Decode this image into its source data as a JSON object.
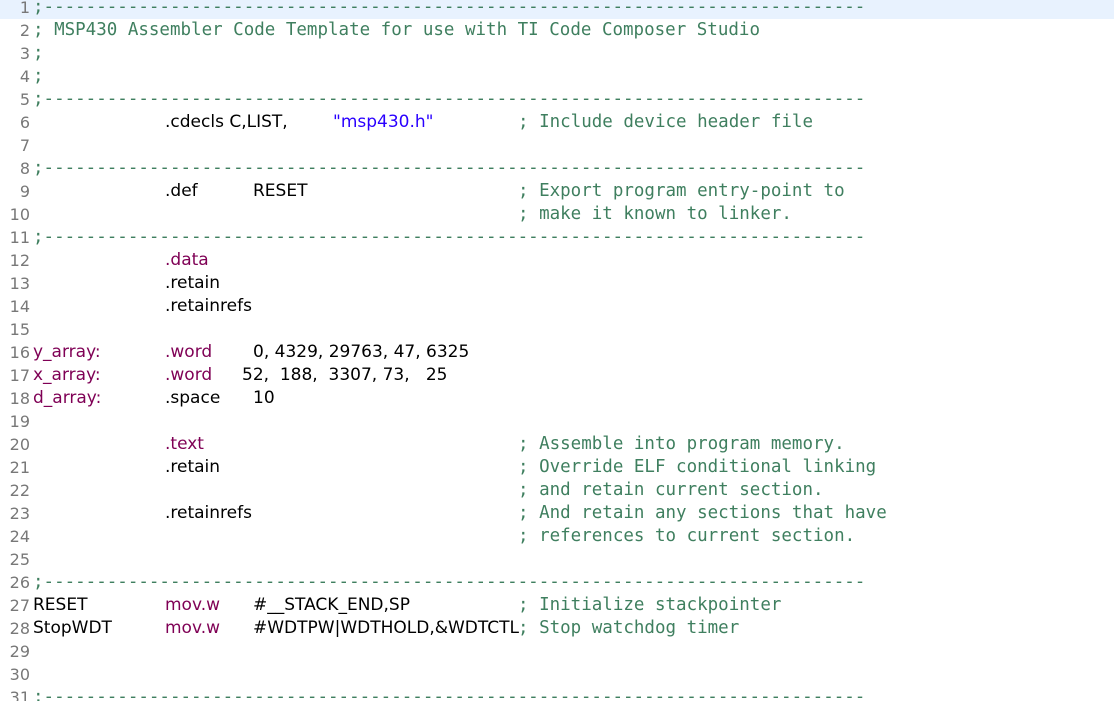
{
  "editor": {
    "colors": {
      "comment": "#3f7f5f",
      "keyword": "#7f0055",
      "string": "#2a00ff",
      "default": "#000000",
      "line_number": "#787878",
      "current_line": "#e8f2fe"
    },
    "lines": [
      {
        "num": "1",
        "current": true,
        "segs": [
          {
            "t": ";------------------------------------------------------------------------------",
            "c": "comment",
            "col": 0,
            "f": "m"
          }
        ]
      },
      {
        "num": "2",
        "segs": [
          {
            "t": "; MSP430 Assembler Code Template for use with TI Code Composer Studio",
            "c": "comment",
            "col": 0,
            "f": "m"
          }
        ]
      },
      {
        "num": "3",
        "segs": [
          {
            "t": ";",
            "c": "comment",
            "col": 0,
            "f": "m"
          }
        ]
      },
      {
        "num": "4",
        "segs": [
          {
            "t": ";",
            "c": "comment",
            "col": 0,
            "f": "m"
          }
        ]
      },
      {
        "num": "5",
        "segs": [
          {
            "t": ";------------------------------------------------------------------------------",
            "c": "comment",
            "col": 0,
            "f": "m"
          }
        ]
      },
      {
        "num": "6",
        "segs": [
          {
            "t": ".cdecls C,LIST,",
            "c": "default",
            "col": 1,
            "f": "p"
          },
          {
            "t": "\"msp430.h\"",
            "c": "string",
            "col": 2,
            "f": "p"
          },
          {
            "t": "; Include device header file",
            "c": "comment",
            "col": 4,
            "f": "m"
          }
        ]
      },
      {
        "num": "7",
        "segs": []
      },
      {
        "num": "8",
        "segs": [
          {
            "t": ";------------------------------------------------------------------------------",
            "c": "comment",
            "col": 0,
            "f": "m"
          }
        ]
      },
      {
        "num": "9",
        "segs": [
          {
            "t": ".def",
            "c": "default",
            "col": 1,
            "f": "p"
          },
          {
            "t": "RESET",
            "c": "default",
            "col": 3,
            "f": "p"
          },
          {
            "t": "; Export program entry-point to",
            "c": "comment",
            "col": 4,
            "f": "m"
          }
        ]
      },
      {
        "num": "10",
        "segs": [
          {
            "t": "; make it known to linker.",
            "c": "comment",
            "col": 4,
            "f": "m"
          }
        ]
      },
      {
        "num": "11",
        "segs": [
          {
            "t": ";------------------------------------------------------------------------------",
            "c": "comment",
            "col": 0,
            "f": "m"
          }
        ]
      },
      {
        "num": "12",
        "segs": [
          {
            "t": ".data",
            "c": "keyword",
            "col": 1,
            "f": "p"
          }
        ]
      },
      {
        "num": "13",
        "segs": [
          {
            "t": ".retain",
            "c": "default",
            "col": 1,
            "f": "p"
          }
        ]
      },
      {
        "num": "14",
        "segs": [
          {
            "t": ".retainrefs",
            "c": "default",
            "col": 1,
            "f": "p"
          }
        ]
      },
      {
        "num": "15",
        "segs": []
      },
      {
        "num": "16",
        "segs": [
          {
            "t": "y_array:",
            "c": "keyword",
            "col": 0,
            "f": "p"
          },
          {
            "t": ".word",
            "c": "keyword",
            "col": 1,
            "f": "p"
          },
          {
            "t": "0, 4329, 29763, 47, 6325",
            "c": "default",
            "col": 3,
            "f": "p"
          }
        ]
      },
      {
        "num": "17",
        "segs": [
          {
            "t": "x_array:",
            "c": "keyword",
            "col": 0,
            "f": "p"
          },
          {
            "t": ".word",
            "c": "keyword",
            "col": 1,
            "f": "p"
          },
          {
            "t": "52,  188,  3307, 73,   25",
            "c": "default",
            "col": 5,
            "f": "p"
          }
        ]
      },
      {
        "num": "18",
        "segs": [
          {
            "t": "d_array:",
            "c": "keyword",
            "col": 0,
            "f": "p"
          },
          {
            "t": ".space",
            "c": "default",
            "col": 1,
            "f": "p"
          },
          {
            "t": "10",
            "c": "default",
            "col": 3,
            "f": "p"
          }
        ]
      },
      {
        "num": "19",
        "segs": []
      },
      {
        "num": "20",
        "segs": [
          {
            "t": ".text",
            "c": "keyword",
            "col": 1,
            "f": "p"
          },
          {
            "t": "; Assemble into program memory.",
            "c": "comment",
            "col": 4,
            "f": "m"
          }
        ]
      },
      {
        "num": "21",
        "segs": [
          {
            "t": ".retain",
            "c": "default",
            "col": 1,
            "f": "p"
          },
          {
            "t": "; Override ELF conditional linking",
            "c": "comment",
            "col": 4,
            "f": "m"
          }
        ]
      },
      {
        "num": "22",
        "segs": [
          {
            "t": "; and retain current section.",
            "c": "comment",
            "col": 4,
            "f": "m"
          }
        ]
      },
      {
        "num": "23",
        "segs": [
          {
            "t": ".retainrefs",
            "c": "default",
            "col": 1,
            "f": "p"
          },
          {
            "t": "; And retain any sections that have",
            "c": "comment",
            "col": 4,
            "f": "m"
          }
        ]
      },
      {
        "num": "24",
        "segs": [
          {
            "t": "; references to current section.",
            "c": "comment",
            "col": 4,
            "f": "m"
          }
        ]
      },
      {
        "num": "25",
        "segs": []
      },
      {
        "num": "26",
        "segs": [
          {
            "t": ";------------------------------------------------------------------------------",
            "c": "comment",
            "col": 0,
            "f": "m"
          }
        ]
      },
      {
        "num": "27",
        "segs": [
          {
            "t": "RESET",
            "c": "default",
            "col": 0,
            "f": "p"
          },
          {
            "t": "mov.w",
            "c": "keyword",
            "col": 1,
            "f": "p"
          },
          {
            "t": "#__STACK_END,SP",
            "c": "default",
            "col": 3,
            "f": "p"
          },
          {
            "t": "; Initialize stackpointer",
            "c": "comment",
            "col": 4,
            "f": "m"
          }
        ]
      },
      {
        "num": "28",
        "segs": [
          {
            "t": "StopWDT",
            "c": "default",
            "col": 0,
            "f": "p"
          },
          {
            "t": "mov.w",
            "c": "keyword",
            "col": 1,
            "f": "p"
          },
          {
            "t": "#WDTPW|WDTHOLD,&WDTCTL",
            "c": "default",
            "col": 3,
            "f": "p"
          },
          {
            "t": "; Stop watchdog timer",
            "c": "comment",
            "col": 4,
            "f": "m"
          }
        ]
      },
      {
        "num": "29",
        "segs": []
      },
      {
        "num": "30",
        "segs": []
      },
      {
        "num": "31",
        "segs": [
          {
            "t": ";------------------------------------------------------------------------------",
            "c": "comment",
            "col": 0,
            "f": "m"
          }
        ]
      }
    ]
  }
}
